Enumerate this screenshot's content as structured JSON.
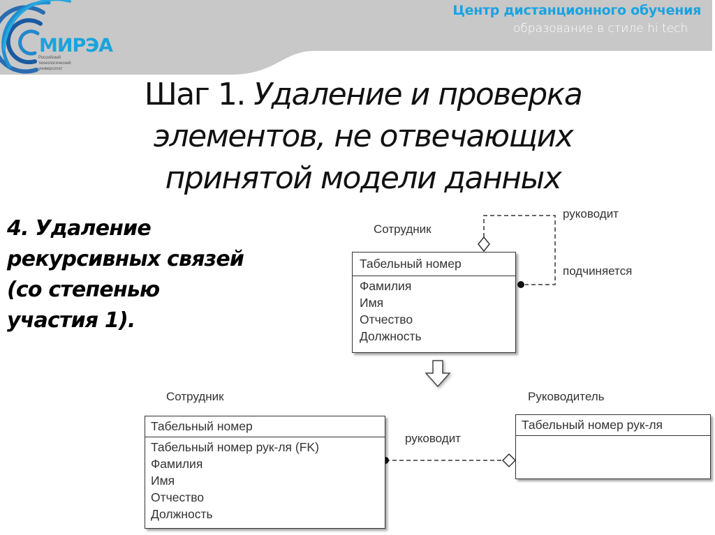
{
  "header": {
    "logo": {
      "name": "МИРЭА",
      "subtitle_lines": [
        "Российский",
        "технологический",
        "университет"
      ]
    },
    "center_title": "Центр дистанционного обучения",
    "center_subtitle": "образование в стиле hi tech"
  },
  "slide": {
    "title_prefix": "Шаг 1.",
    "title_rest_line1": " Удаление и проверка",
    "title_line2": "элементов, не отвечающих",
    "title_line3": "принятой модели данных",
    "side_note_lines": [
      "4. Удаление",
      "рекурсивных связей",
      "(со степенью",
      "участия 1)."
    ]
  },
  "diagram_before": {
    "entity_label": "Сотрудник",
    "pk": "Табельный номер",
    "attributes": [
      "Фамилия",
      "Имя",
      "Отчество",
      "Должность"
    ],
    "relation_top_label": "руководит",
    "relation_bottom_label": "подчиняется"
  },
  "diagram_after": {
    "left_entity": {
      "label": "Сотрудник",
      "pk": "Табельный номер",
      "attributes": [
        "Табельный номер рук-ля (FK)",
        "Фамилия",
        "Имя",
        "Отчество",
        "Должность"
      ]
    },
    "right_entity": {
      "label": "Руководитель",
      "pk": "Табельный номер рук-ля",
      "attributes": []
    },
    "relation_label": "руководит"
  },
  "colors": {
    "header_gray": "#c8c8c8",
    "brand_blue": "#1aa3dd",
    "line": "#333333"
  }
}
